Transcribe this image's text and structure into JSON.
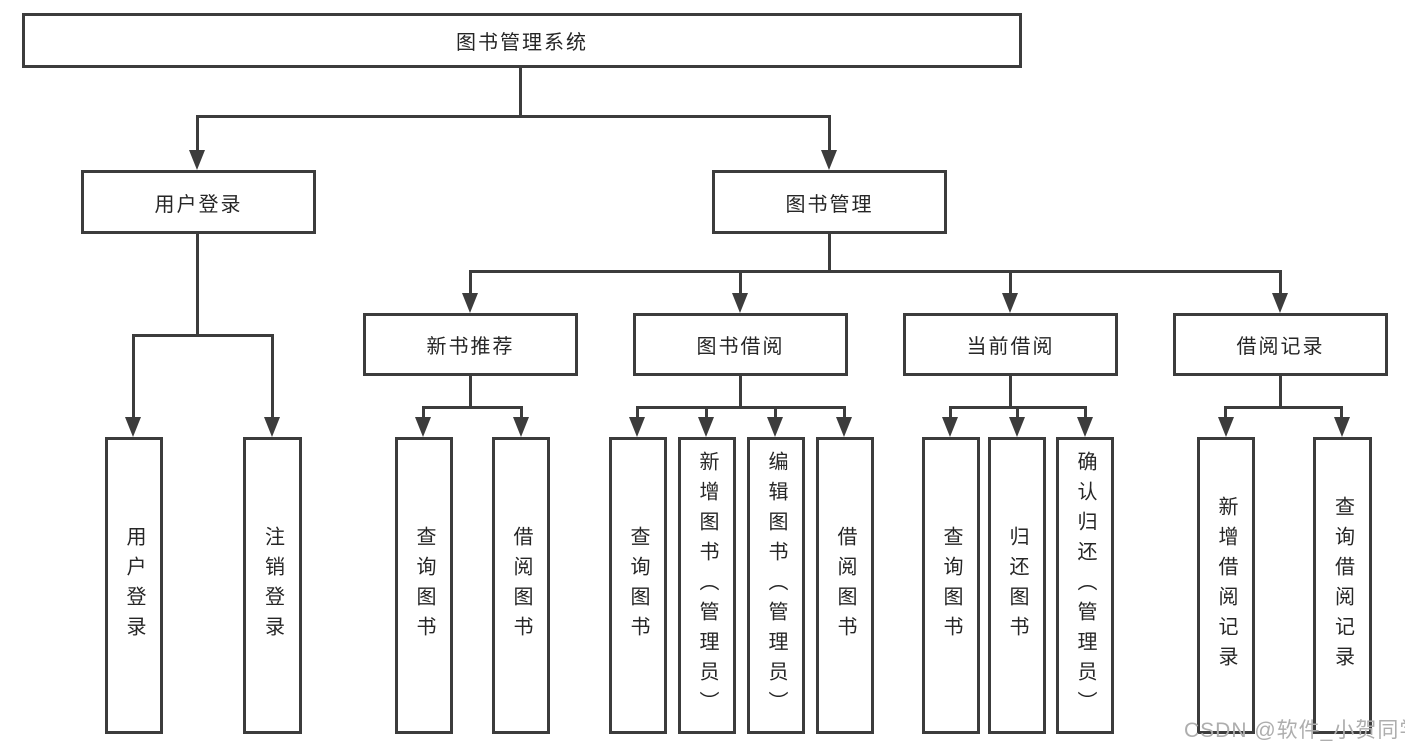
{
  "diagram": {
    "root": {
      "label": "图书管理系统"
    },
    "level2": [
      {
        "label": "用户登录"
      },
      {
        "label": "图书管理"
      }
    ],
    "level3": [
      {
        "label": "新书推荐"
      },
      {
        "label": "图书借阅"
      },
      {
        "label": "当前借阅"
      },
      {
        "label": "借阅记录"
      }
    ],
    "leaves": [
      {
        "label": "用户登录"
      },
      {
        "label": "注销登录"
      },
      {
        "label": "查询图书"
      },
      {
        "label": "借阅图书"
      },
      {
        "label": "查询图书"
      },
      {
        "label": "新增图书（管理员）"
      },
      {
        "label": "编辑图书（管理员）"
      },
      {
        "label": "借阅图书"
      },
      {
        "label": "查询图书"
      },
      {
        "label": "归还图书"
      },
      {
        "label": "确认归还（管理员）"
      },
      {
        "label": "新增借阅记录"
      },
      {
        "label": "查询借阅记录"
      }
    ]
  },
  "watermark": {
    "text": "CSDN @软件_小贺同学"
  },
  "colors": {
    "line": "#3c3c3c",
    "text": "#262626",
    "background": "#ffffff",
    "watermark": "#aeaeae"
  }
}
